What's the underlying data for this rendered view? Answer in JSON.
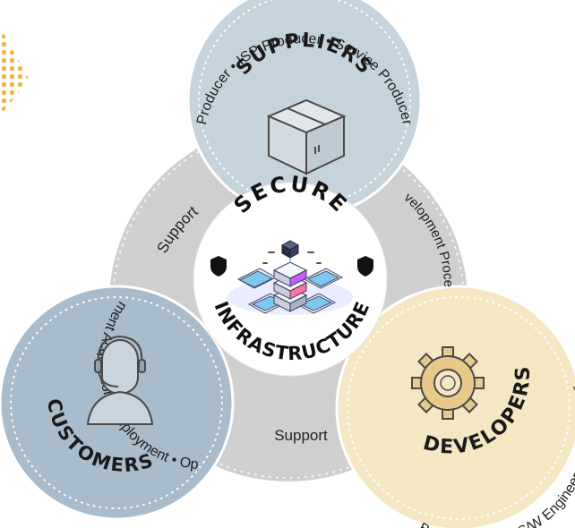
{
  "center": {
    "line1": "SECURE",
    "line2": "INFRASTRUCTURE"
  },
  "suppliers": {
    "title": "SUPPLIERS",
    "roles": "Producer • ISP Producer • Service Producer",
    "icon": "box-icon"
  },
  "customers": {
    "title": "CUSTOMERS",
    "roles": "Procurement Acquisition • Deployment • Operations",
    "icon": "person-headset-icon"
  },
  "developers": {
    "title": "DEVELOPERS",
    "roles": "Build Engineer • S/W Engineer • QA Engineer",
    "icon": "gear-icon"
  },
  "links": {
    "left": "Support",
    "bottom": "Support",
    "right": "Development Process"
  },
  "colors": {
    "suppliers": "#c5d3dc",
    "customers": "#a9bccb",
    "developers": "#f5e6c4",
    "background_ring": "#cfcfcf",
    "center": "#ffffff",
    "accent": "#f3b43a"
  }
}
